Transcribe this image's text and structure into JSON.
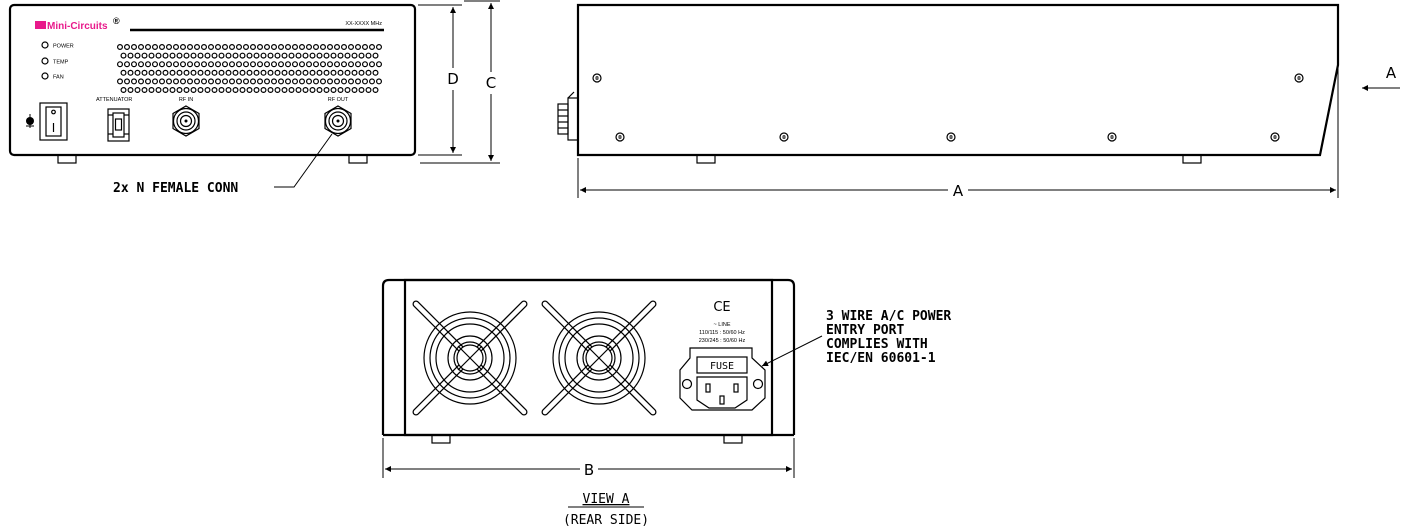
{
  "front": {
    "brand": "Mini-Circuits",
    "brand_reg": "®",
    "model_text": "XX-XXXX MHz",
    "leds": [
      "POWER",
      "TEMP",
      "FAN"
    ],
    "attenuator_label": "ATTENUATOR",
    "rf_in_label": "RF IN",
    "rf_out_label": "RF OUT",
    "callout": "2x N FEMALE CONN",
    "dim_d": "D",
    "dim_c": "C"
  },
  "side": {
    "dim_a": "A",
    "view_arrow_label": "A"
  },
  "rear": {
    "ce_mark": "CE",
    "line_label": "~ LINE",
    "line_110": "110/115 : 50/60 Hz",
    "line_230": "230/245 : 50/60 Hz",
    "fuse_label": "FUSE",
    "callout_lines": [
      "3 WIRE A/C POWER",
      "ENTRY PORT",
      "COMPLIES WITH",
      "IEC/EN 60601-1"
    ],
    "dim_b": "B",
    "view_title": "VIEW A",
    "view_subtitle": "(REAR SIDE)"
  }
}
